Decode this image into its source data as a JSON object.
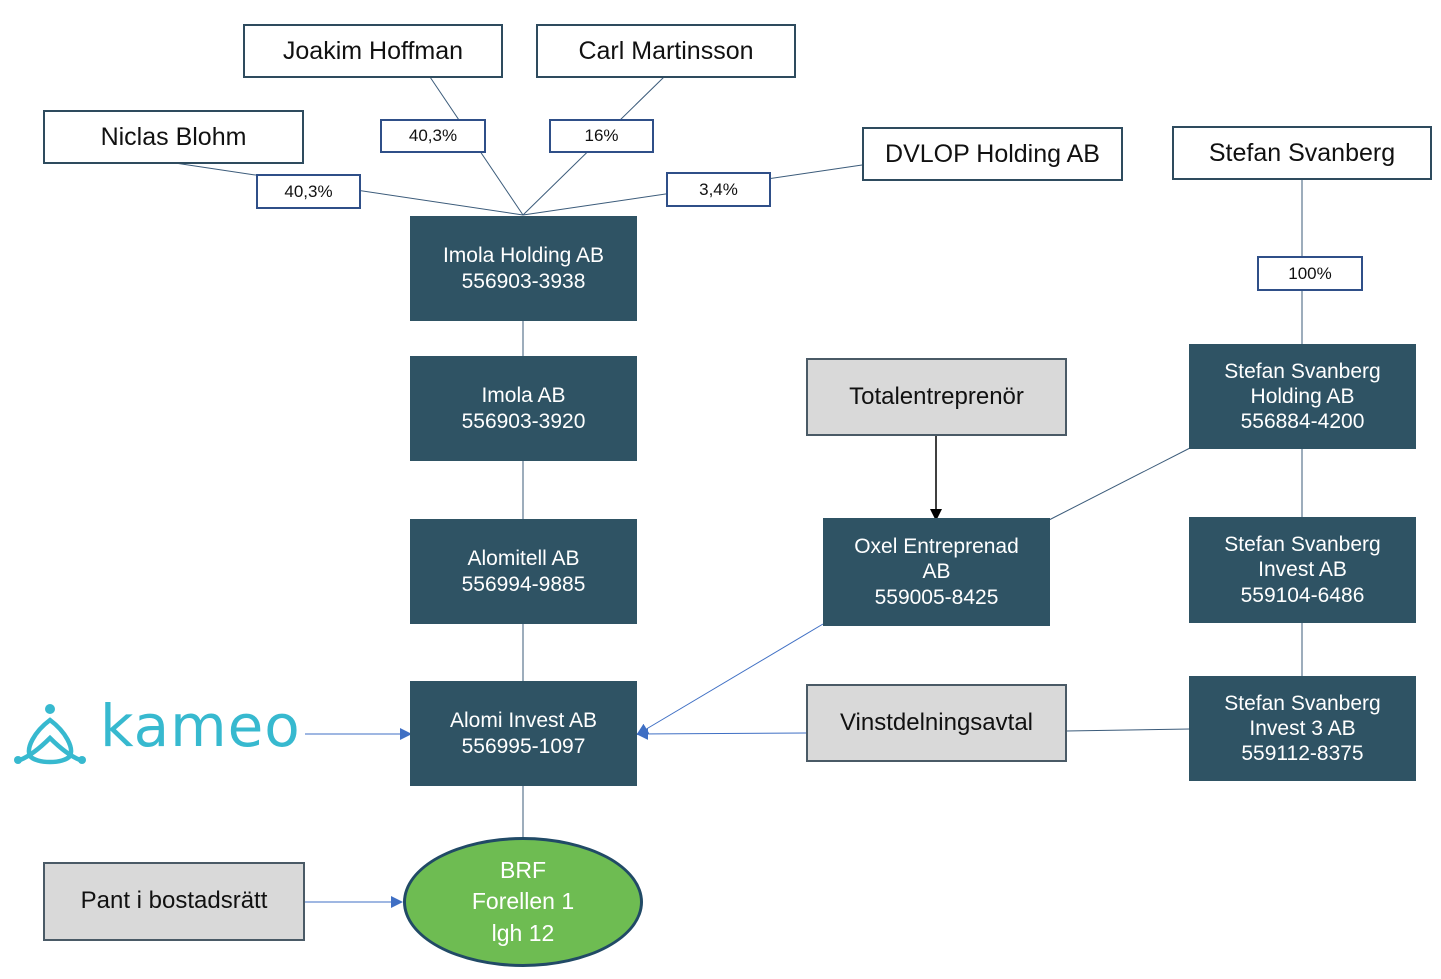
{
  "people": {
    "niclas": "Niclas Blohm",
    "joakim": "Joakim Hoffman",
    "carl": "Carl Martinsson",
    "dvlop": "DVLOP Holding AB",
    "stefan": "Stefan Svanberg"
  },
  "percentages": {
    "niclas": "40,3%",
    "joakim": "40,3%",
    "carl": "16%",
    "dvlop": "3,4%",
    "stefan": "100%"
  },
  "companies": {
    "imola_holding": {
      "name": "Imola Holding AB",
      "org": "556903-3938"
    },
    "imola": {
      "name": "Imola AB",
      "org": "556903-3920"
    },
    "alomitell": {
      "name": "Alomitell AB",
      "org": "556994-9885"
    },
    "alomi_invest": {
      "name": "Alomi Invest AB",
      "org": "556995-1097"
    },
    "oxel": {
      "name1": "Oxel Entreprenad",
      "name2": "AB",
      "org": "559005-8425"
    },
    "ss_holding": {
      "name1": "Stefan Svanberg",
      "name2": "Holding AB",
      "org": "556884-4200"
    },
    "ss_invest": {
      "name1": "Stefan Svanberg",
      "name2": "Invest AB",
      "org": "559104-6486"
    },
    "ss_invest3": {
      "name1": "Stefan Svanberg",
      "name2": "Invest 3 AB",
      "org": "559112-8375"
    }
  },
  "other": {
    "totalentreprenor": "Totalentreprenör",
    "vinstdelning": "Vinstdelningsavtal",
    "pant": "Pant i bostadsrätt"
  },
  "brf": {
    "line1": "BRF",
    "line2": "Forellen 1",
    "line3": "lgh 12"
  },
  "logo": {
    "text": "kameo",
    "color": "#37b9cf"
  },
  "colors": {
    "company_fill": "#2f5364",
    "brf_fill": "#6ebc52",
    "grey_fill": "#d9d9d9",
    "edge": "#3b5b7a"
  }
}
